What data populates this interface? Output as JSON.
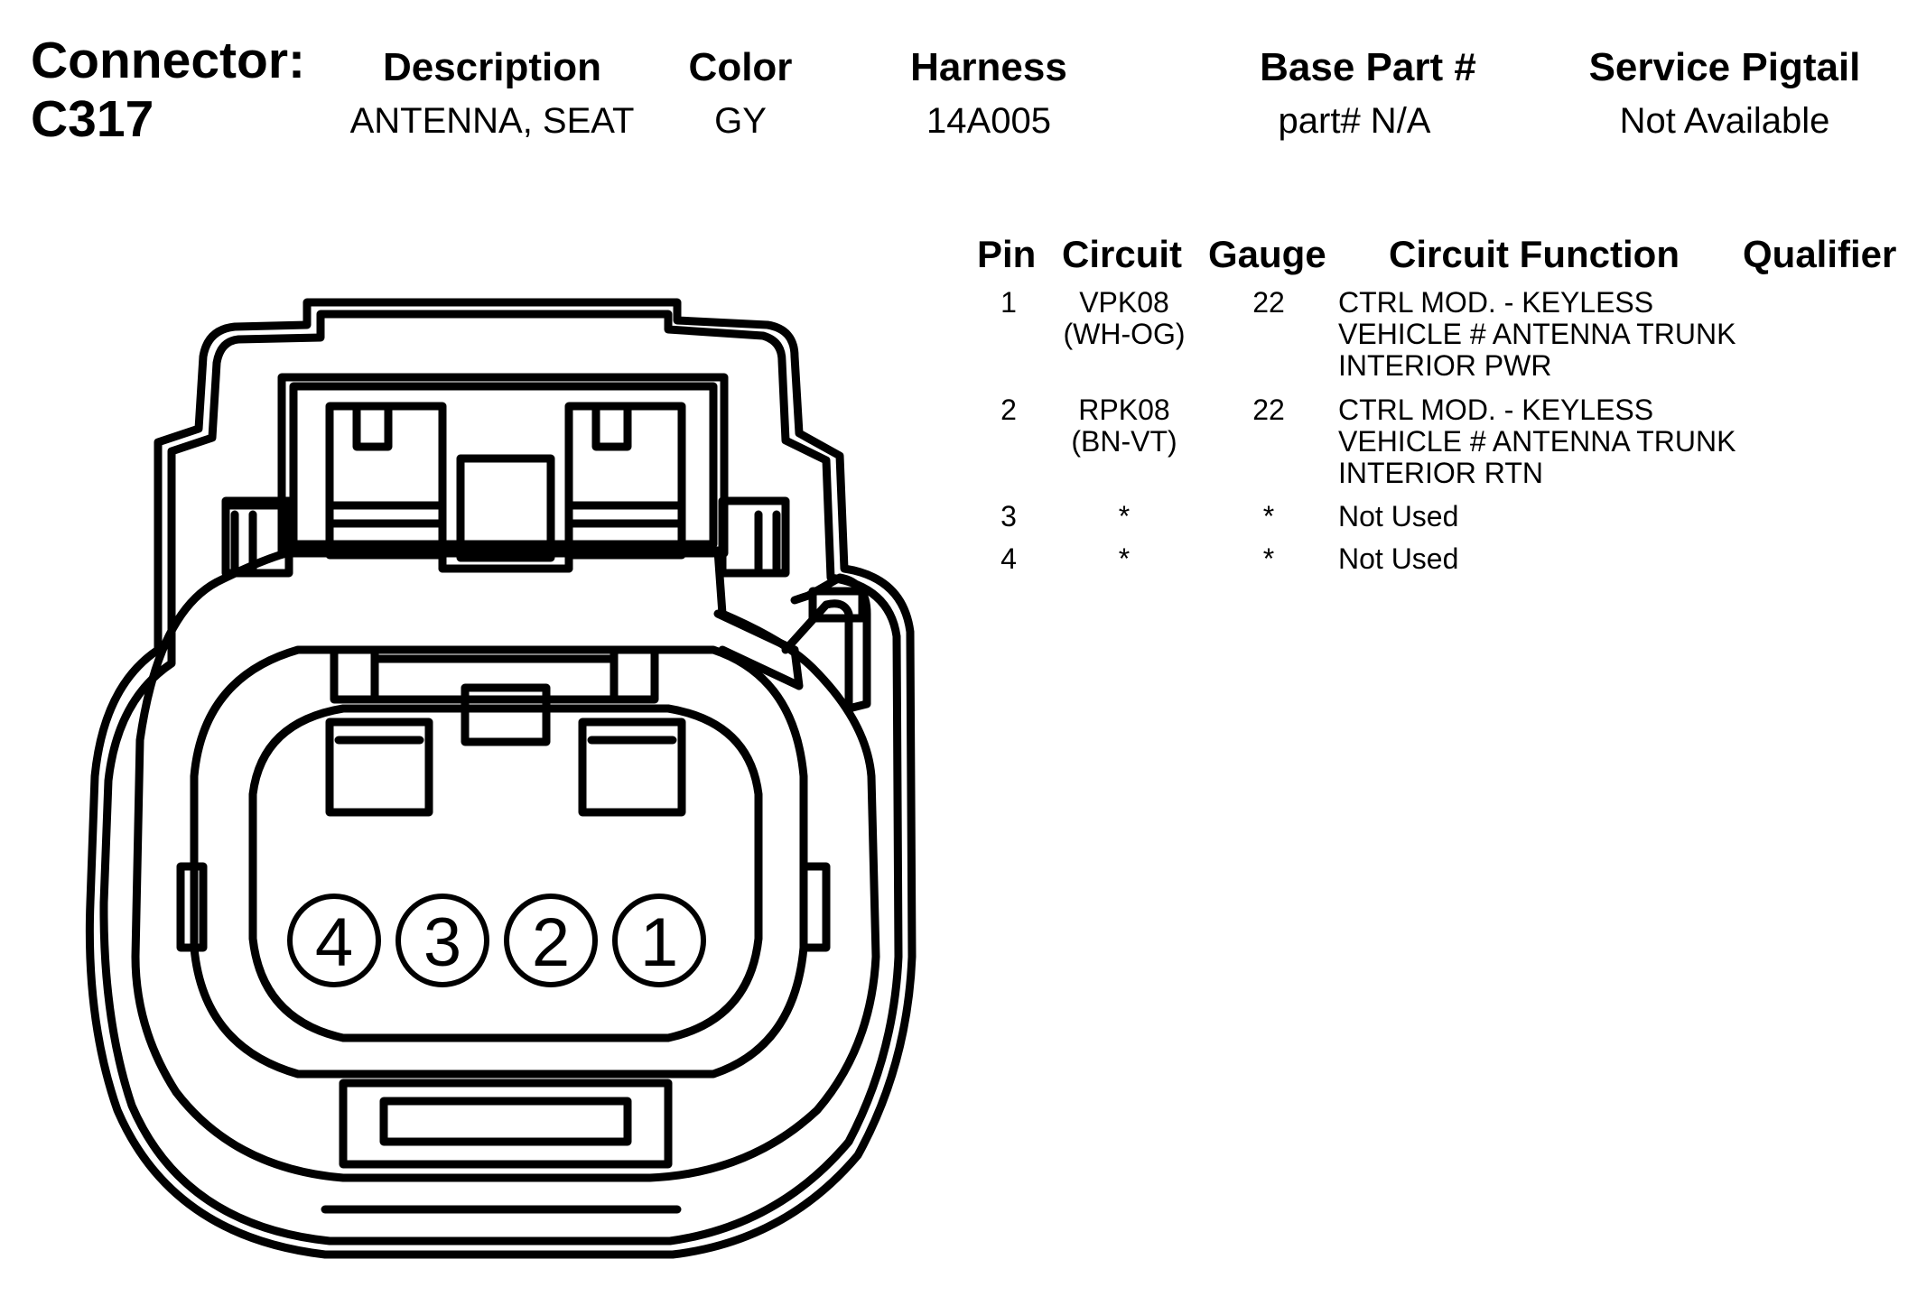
{
  "connector": {
    "label": "Connector:",
    "id": "C317"
  },
  "info": {
    "headers": {
      "description": "Description",
      "color": "Color",
      "harness": "Harness",
      "base_part": "Base Part #",
      "service_pigtail": "Service Pigtail"
    },
    "values": {
      "description": "ANTENNA, SEAT",
      "color": "GY",
      "harness": "14A005",
      "base_part": "part# N/A",
      "service_pigtail": "Not Available"
    }
  },
  "pin_table": {
    "headers": {
      "pin": "Pin",
      "circuit": "Circuit",
      "gauge": "Gauge",
      "function": "Circuit Function",
      "qualifier": "Qualifier"
    },
    "rows": [
      {
        "pin": "1",
        "circuit_1": "VPK08",
        "circuit_2": "(WH-OG)",
        "gauge": "22",
        "function_1": "CTRL MOD. - KEYLESS",
        "function_2": "VEHICLE # ANTENNA TRUNK",
        "function_3": "INTERIOR PWR"
      },
      {
        "pin": "2",
        "circuit_1": "RPK08",
        "circuit_2": "(BN-VT)",
        "gauge": "22",
        "function_1": "CTRL MOD. - KEYLESS",
        "function_2": "VEHICLE # ANTENNA TRUNK",
        "function_3": "INTERIOR RTN"
      },
      {
        "pin": "3",
        "circuit_1": "*",
        "gauge": "*",
        "function_1": "Not Used"
      },
      {
        "pin": "4",
        "circuit_1": "*",
        "gauge": "*",
        "function_1": "Not Used"
      }
    ]
  },
  "diagram": {
    "pin_numbers": [
      "4",
      "3",
      "2",
      "1"
    ]
  }
}
